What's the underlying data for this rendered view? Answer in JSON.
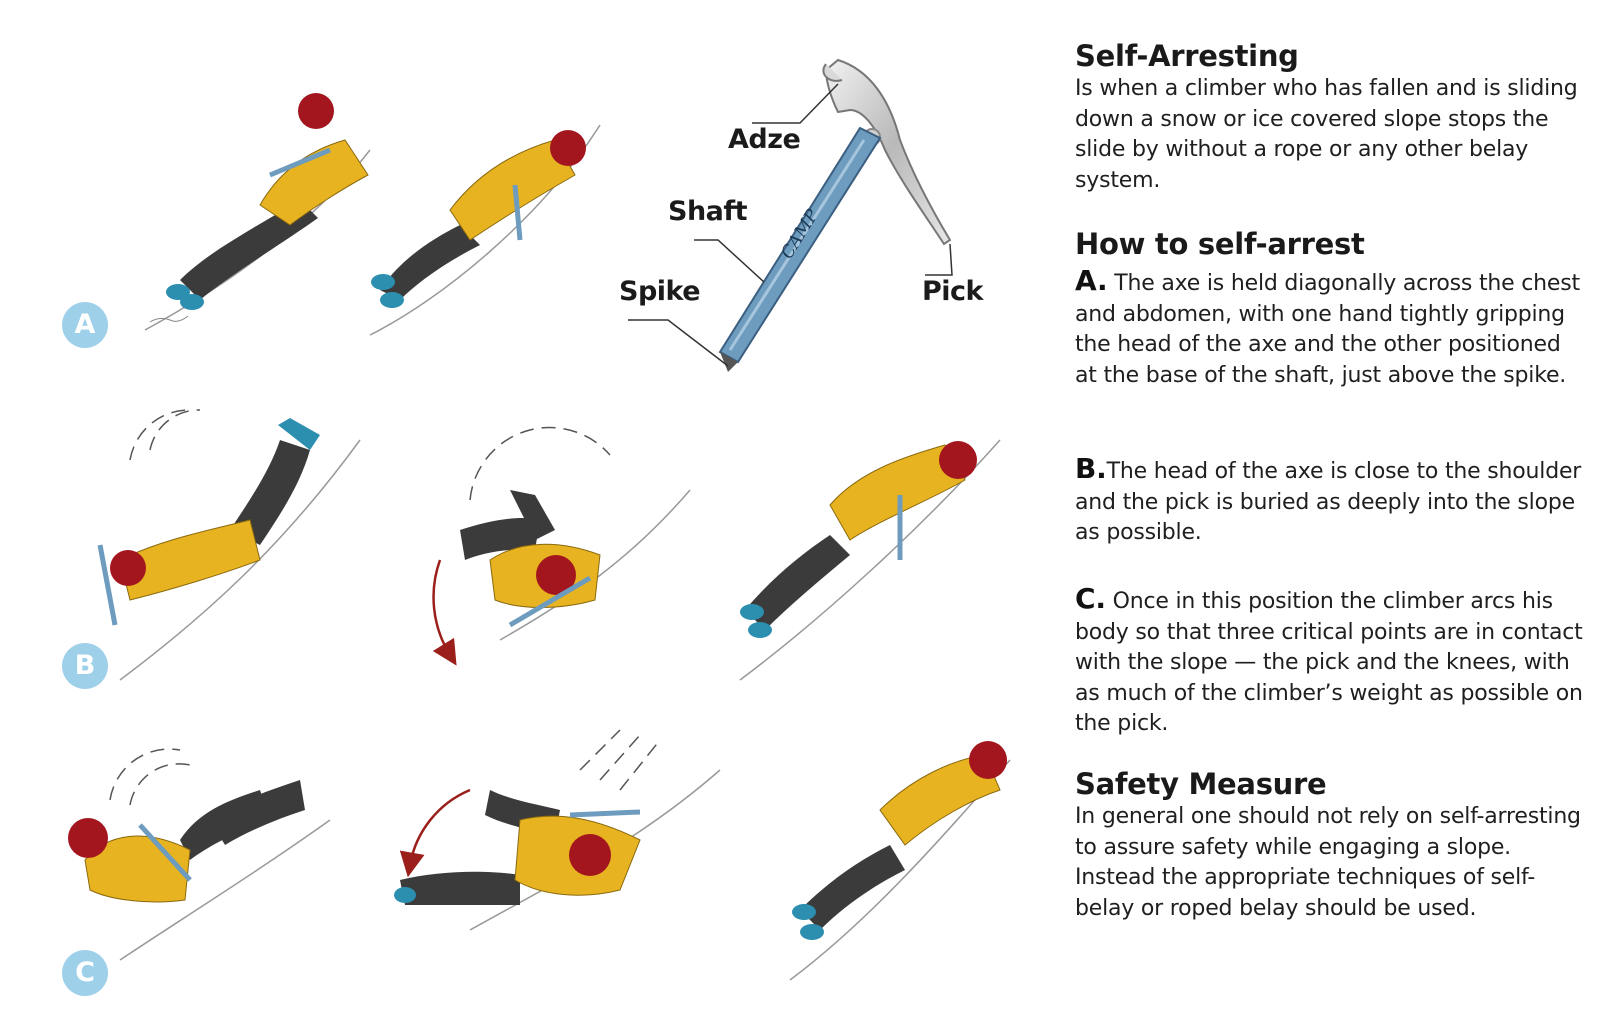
{
  "illustration": {
    "step_badges": [
      "A",
      "B",
      "C"
    ],
    "axe_parts": {
      "adze": "Adze",
      "shaft": "Shaft",
      "spike": "Spike",
      "pick": "Pick",
      "brand": "CAMP"
    },
    "colors": {
      "jacket": "#e8b320",
      "pants": "#3b3b3b",
      "helmet": "#a3161e",
      "boots": "#2c8fb0",
      "axe_shaft": "#6d9cbf",
      "badge": "#9fd0ea",
      "arrow": "#9b1f1a"
    }
  },
  "text": {
    "self_arresting": {
      "heading": "Self-Arresting",
      "body": "Is when a climber who has fallen and is sliding down a snow or ice covered slope stops the slide by without a rope or any other belay system."
    },
    "how_to": {
      "heading": "How to self-arrest",
      "steps": [
        {
          "letter": "A.",
          "text": "The axe is held diagonally across the chest and abdomen, with one hand tightly gripping the head of the axe and the other positioned at the base of the shaft, just above the spike."
        },
        {
          "letter": "B.",
          "text": "The head of the axe is close to the shoulder and the pick is buried as deeply into the slope as possible."
        },
        {
          "letter": "C.",
          "text": "Once in this position the climber arcs his body so that three critical points are in contact with the slope — the pick and the knees, with as much of the climber’s weight as possible on the pick."
        }
      ]
    },
    "safety": {
      "heading": "Safety Measure",
      "body": "In general one should not rely on self-arresting to assure safety while engaging a slope. Instead the appropriate techniques of self-belay or roped belay should be used."
    }
  }
}
